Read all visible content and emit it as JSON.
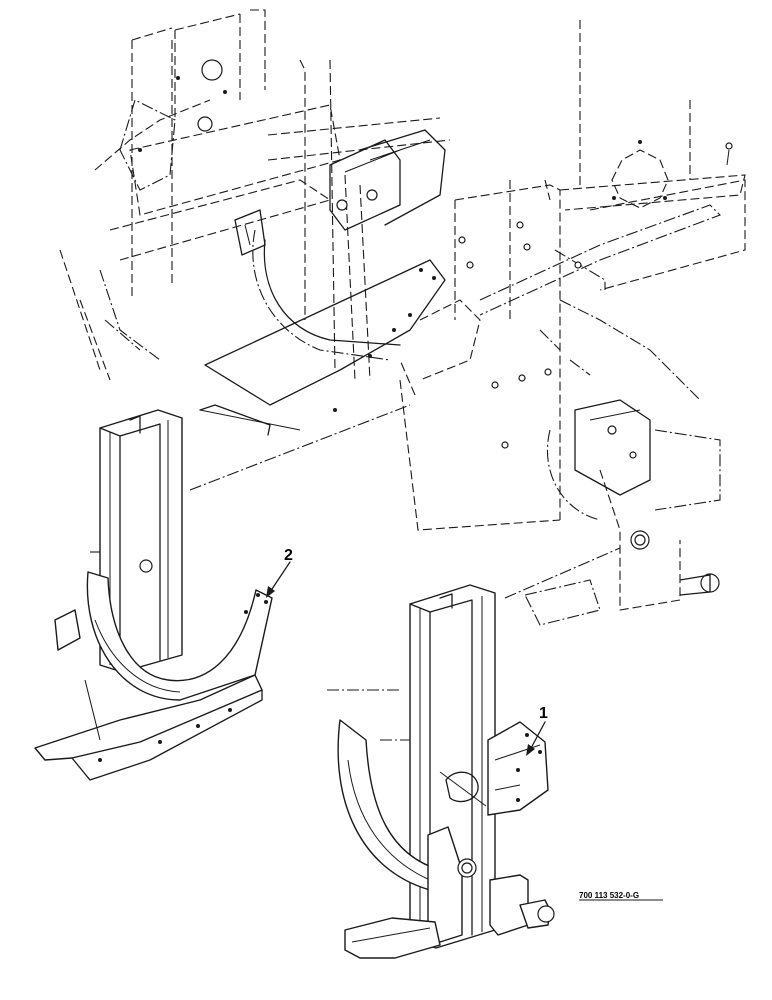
{
  "diagram": {
    "callouts": [
      {
        "id": "callout-1",
        "label": "1"
      },
      {
        "id": "callout-2",
        "label": "2"
      }
    ],
    "reference_number": "700 113 532-0-G"
  }
}
